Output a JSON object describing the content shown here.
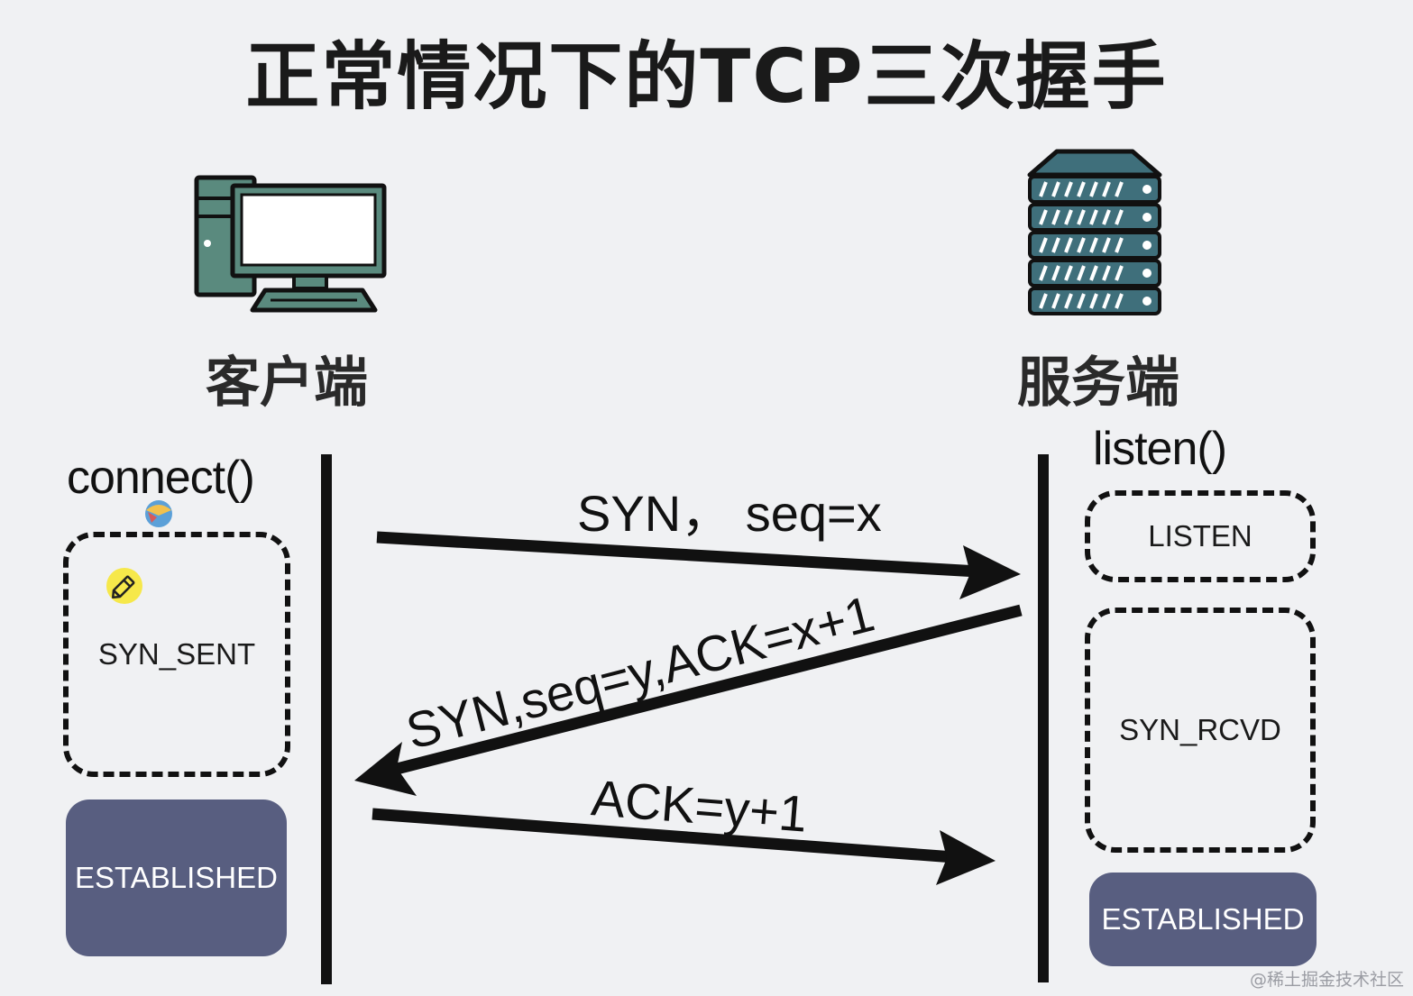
{
  "title": "正常情况下的TCP三次握手",
  "client": {
    "label": "客户端",
    "call": "connect()",
    "states": [
      "SYN_SENT",
      "ESTABLISHED"
    ]
  },
  "server": {
    "label": "服务端",
    "call": "listen()",
    "states": [
      "LISTEN",
      "SYN_RCVD",
      "ESTABLISHED"
    ]
  },
  "messages": [
    {
      "label": "SYN，  seq=x",
      "direction": "client-to-server"
    },
    {
      "label": "SYN,seq=y,ACK=x+1",
      "direction": "server-to-client"
    },
    {
      "label": "ACK=y+1",
      "direction": "client-to-server"
    }
  ],
  "colors": {
    "established_fill": "#585e80",
    "icon_teal": "#5a8a7e",
    "server_teal": "#3f6f7b"
  },
  "icons": [
    "computer-icon",
    "server-icon",
    "edit-icon"
  ],
  "watermark": "@稀土掘金技术社区"
}
